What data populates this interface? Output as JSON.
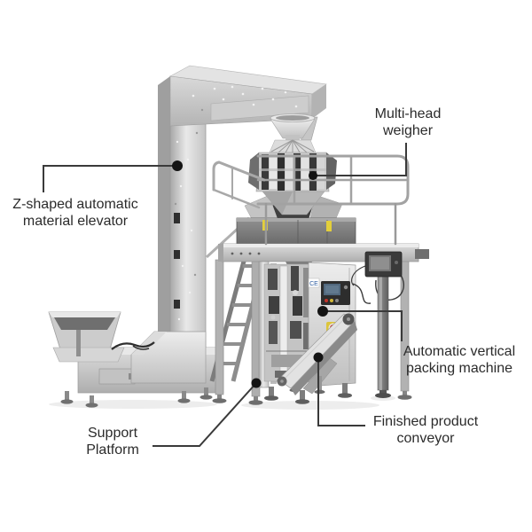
{
  "figure": {
    "background_color": "#ffffff",
    "label_text_color": "#2b2b2b",
    "callout_line_color": "#3a3a3a",
    "annotations": {
      "multi_head_weigher": "Multi-head\nweigher",
      "z_elevator": "Z-shaped automatic\nmaterial elevator",
      "packing_machine": "Automatic vertical\npacking machine",
      "support_platform": "Support\nPlatform",
      "finished_conveyor": "Finished product\nconveyor"
    },
    "machine_marks": {
      "ce": "CE"
    },
    "palette": {
      "steel_light": "#e8e8e8",
      "steel_mid": "#c2c2c2",
      "steel_dark": "#8a8a8a",
      "detail_dark": "#333333",
      "warning_yellow": "#e3cf3b",
      "emergency_red": "#cd2a1b",
      "screen_blue": "#51687d"
    }
  }
}
